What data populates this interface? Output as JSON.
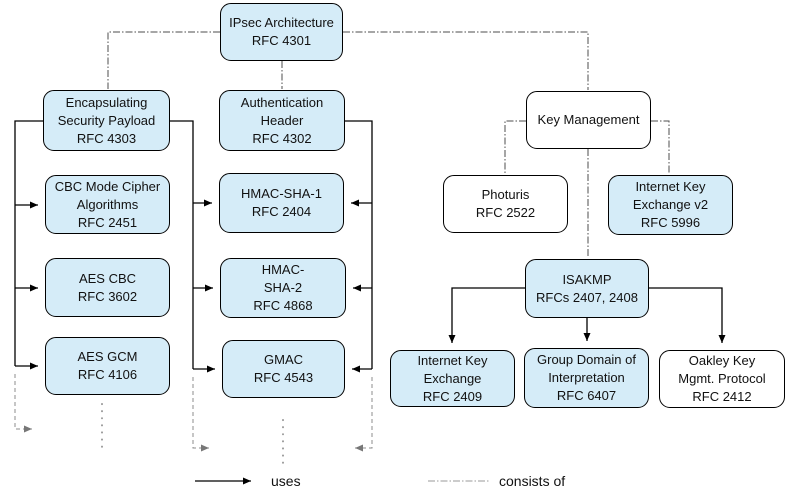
{
  "nodes": {
    "ipsec": {
      "lines": [
        "IPsec Architecture",
        "RFC 4301"
      ]
    },
    "esp": {
      "lines": [
        "Encapsulating",
        "Security Payload",
        "RFC 4303"
      ]
    },
    "ah": {
      "lines": [
        "Authentication",
        "Header",
        "RFC 4302"
      ]
    },
    "keymgmt": {
      "lines": [
        "Key Management"
      ]
    },
    "cbc": {
      "lines": [
        "CBC Mode Cipher",
        "Algorithms",
        "RFC 2451"
      ]
    },
    "hmacsha1": {
      "lines": [
        "HMAC-SHA-1",
        "RFC 2404"
      ]
    },
    "photuris": {
      "lines": [
        "Photuris",
        "RFC 2522"
      ]
    },
    "ikev2": {
      "lines": [
        "Internet Key",
        "Exchange v2",
        "RFC 5996"
      ]
    },
    "aescbc": {
      "lines": [
        "AES CBC",
        "RFC 3602"
      ]
    },
    "hmacsha2": {
      "lines": [
        "HMAC-",
        "SHA-2",
        "RFC 4868"
      ]
    },
    "isakmp": {
      "lines": [
        "ISAKMP",
        "RFCs 2407, 2408"
      ]
    },
    "aesgcm": {
      "lines": [
        "AES GCM",
        "RFC 4106"
      ]
    },
    "gmac": {
      "lines": [
        "GMAC",
        "RFC 4543"
      ]
    },
    "ike": {
      "lines": [
        "Internet Key",
        "Exchange",
        "RFC 2409"
      ]
    },
    "gdoi": {
      "lines": [
        "Group Domain of",
        "Interpretation",
        "RFC 6407"
      ]
    },
    "oakley": {
      "lines": [
        "Oakley Key",
        "Mgmt. Protocol",
        "RFC 2412"
      ]
    }
  },
  "legend": {
    "uses_label": "uses",
    "consists_of_label": "consists of"
  },
  "colors": {
    "node_fill_blue": "#d5ecf8",
    "node_fill_white": "#ffffff",
    "node_border": "#000000",
    "uses_line": "#000000",
    "consists_of_line": "#4d4d4d",
    "legend_consists_line": "#999999",
    "continuation_line": "#8c8c8c"
  }
}
